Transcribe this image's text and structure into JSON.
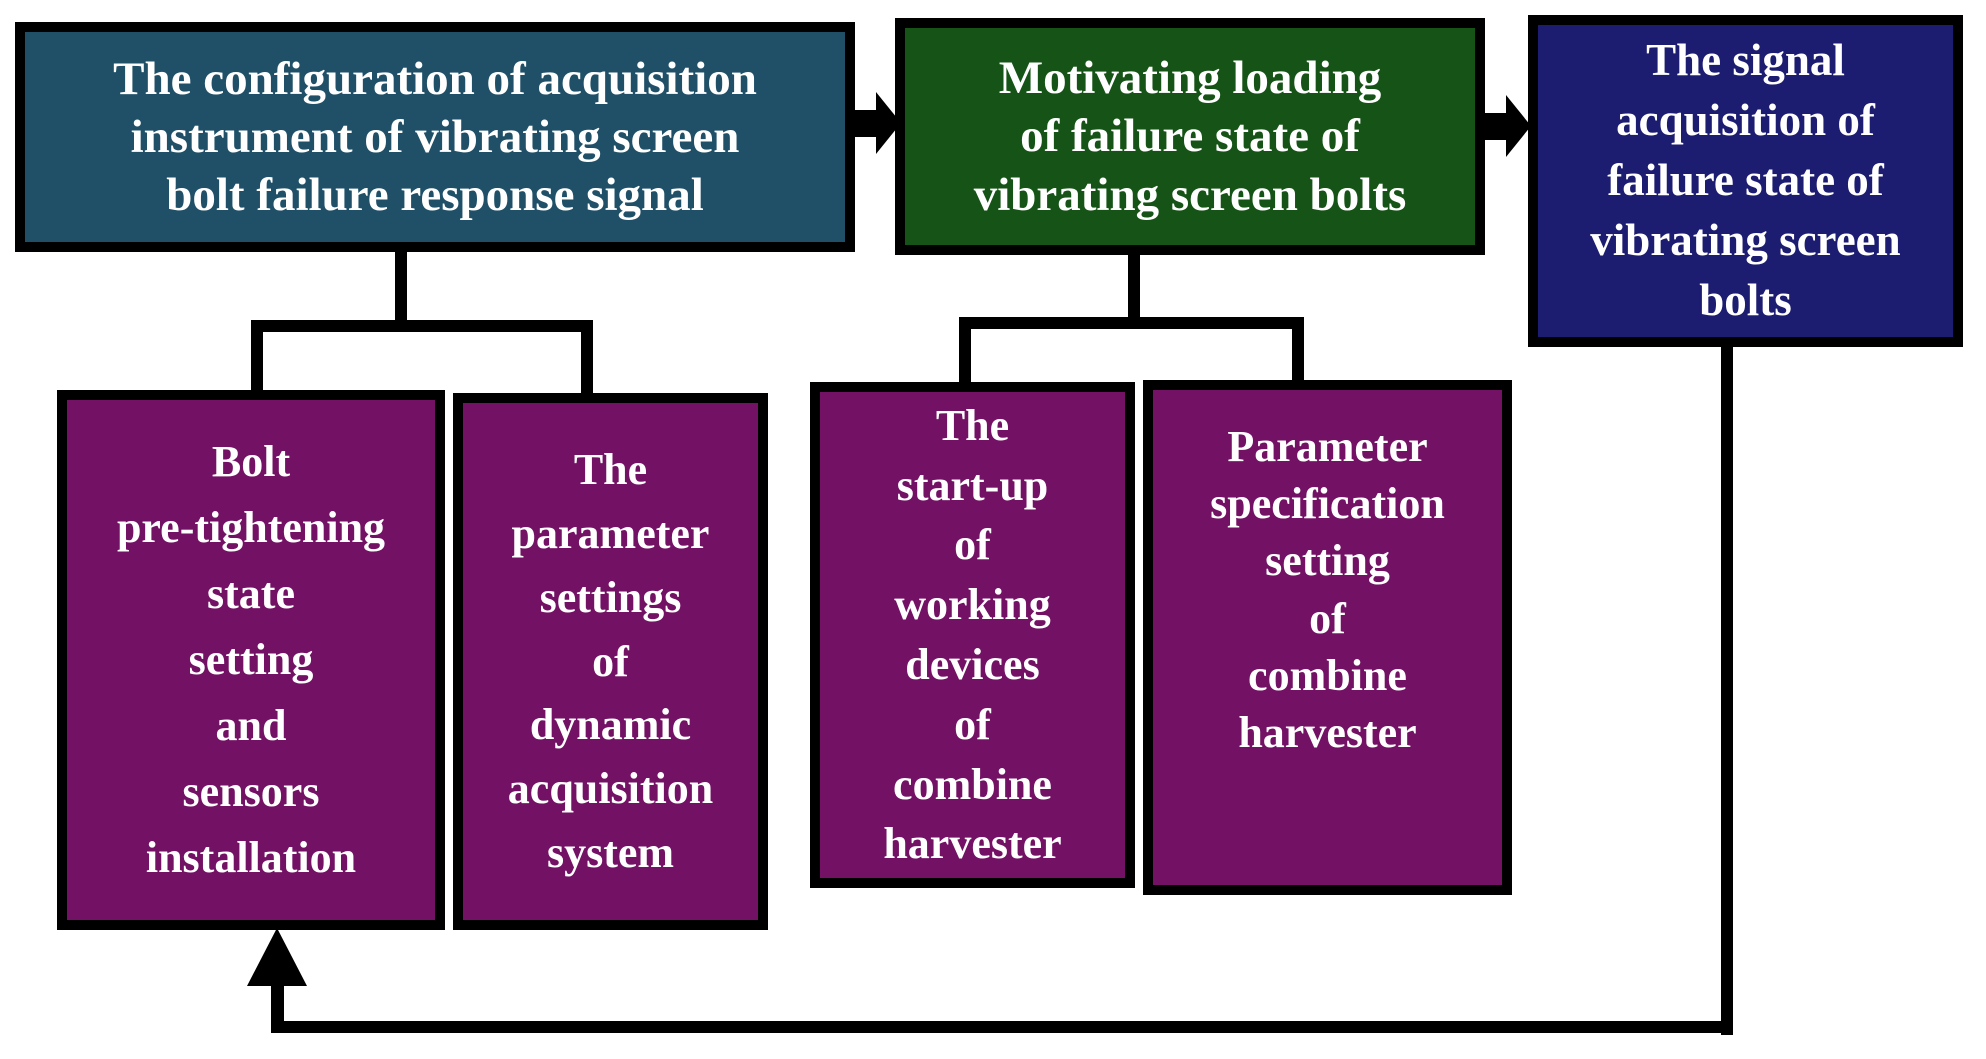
{
  "background_color": "#FFFFFF",
  "line_color": "#000000",
  "text_color": "#FFFFFF",
  "boxes": {
    "config": {
      "label": "The configuration of acquisition\ninstrument of vibrating screen\nbolt failure response signal",
      "color": "#1F5068"
    },
    "loading": {
      "label": "Motivating loading\nof failure state of\nvibrating screen bolts",
      "color": "#165316"
    },
    "signal": {
      "label": "The signal\nacquisition of\nfailure state of\nvibrating screen\nbolts",
      "color": "#1C1C70"
    },
    "pretightening": {
      "label": "Bolt\npre-tightening\nstate\nsetting\nand\nsensors\ninstallation",
      "color": "#731164"
    },
    "param_settings": {
      "label": "The\nparameter\nsettings\nof\ndynamic\nacquisition\nsystem",
      "color": "#731164"
    },
    "startup": {
      "label": "The\nstart-up\nof\nworking\ndevices\nof\ncombine\nharvester",
      "color": "#731164"
    },
    "param_spec": {
      "label": "Parameter\nspecification\nsetting\nof\ncombine\nharvester",
      "color": "#731164"
    }
  },
  "icons": {
    "flow_arrow_1": "→",
    "flow_arrow_2": "→",
    "feedback_arrow": "↑"
  }
}
